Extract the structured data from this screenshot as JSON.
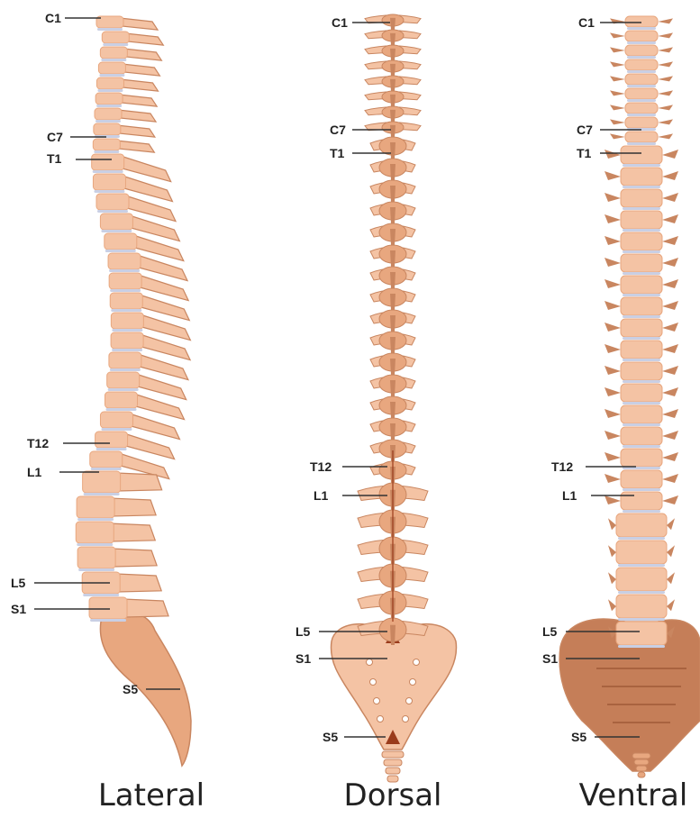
{
  "colors": {
    "bone_light": "#f4c3a4",
    "bone": "#e8a77f",
    "bone_dark": "#c98660",
    "disc": "#c9cfe4",
    "canal": "#9a3b1b",
    "sacrum_ventral": "#c57e58"
  },
  "views": [
    {
      "id": "lateral",
      "caption": "Lateral",
      "labels": [
        {
          "text": "C1"
        },
        {
          "text": "C7"
        },
        {
          "text": "T1"
        },
        {
          "text": "T12"
        },
        {
          "text": "L1"
        },
        {
          "text": "L5"
        },
        {
          "text": "S1"
        },
        {
          "text": "S5"
        }
      ]
    },
    {
      "id": "dorsal",
      "caption": "Dorsal",
      "labels": [
        {
          "text": "C1"
        },
        {
          "text": "C7"
        },
        {
          "text": "T1"
        },
        {
          "text": "T12"
        },
        {
          "text": "L1"
        },
        {
          "text": "L5"
        },
        {
          "text": "S1"
        },
        {
          "text": "S5"
        }
      ]
    },
    {
      "id": "ventral",
      "caption": "Ventral",
      "labels": [
        {
          "text": "C1"
        },
        {
          "text": "C7"
        },
        {
          "text": "T1"
        },
        {
          "text": "T12"
        },
        {
          "text": "L1"
        },
        {
          "text": "L5"
        },
        {
          "text": "S1"
        },
        {
          "text": "S5"
        }
      ]
    }
  ]
}
